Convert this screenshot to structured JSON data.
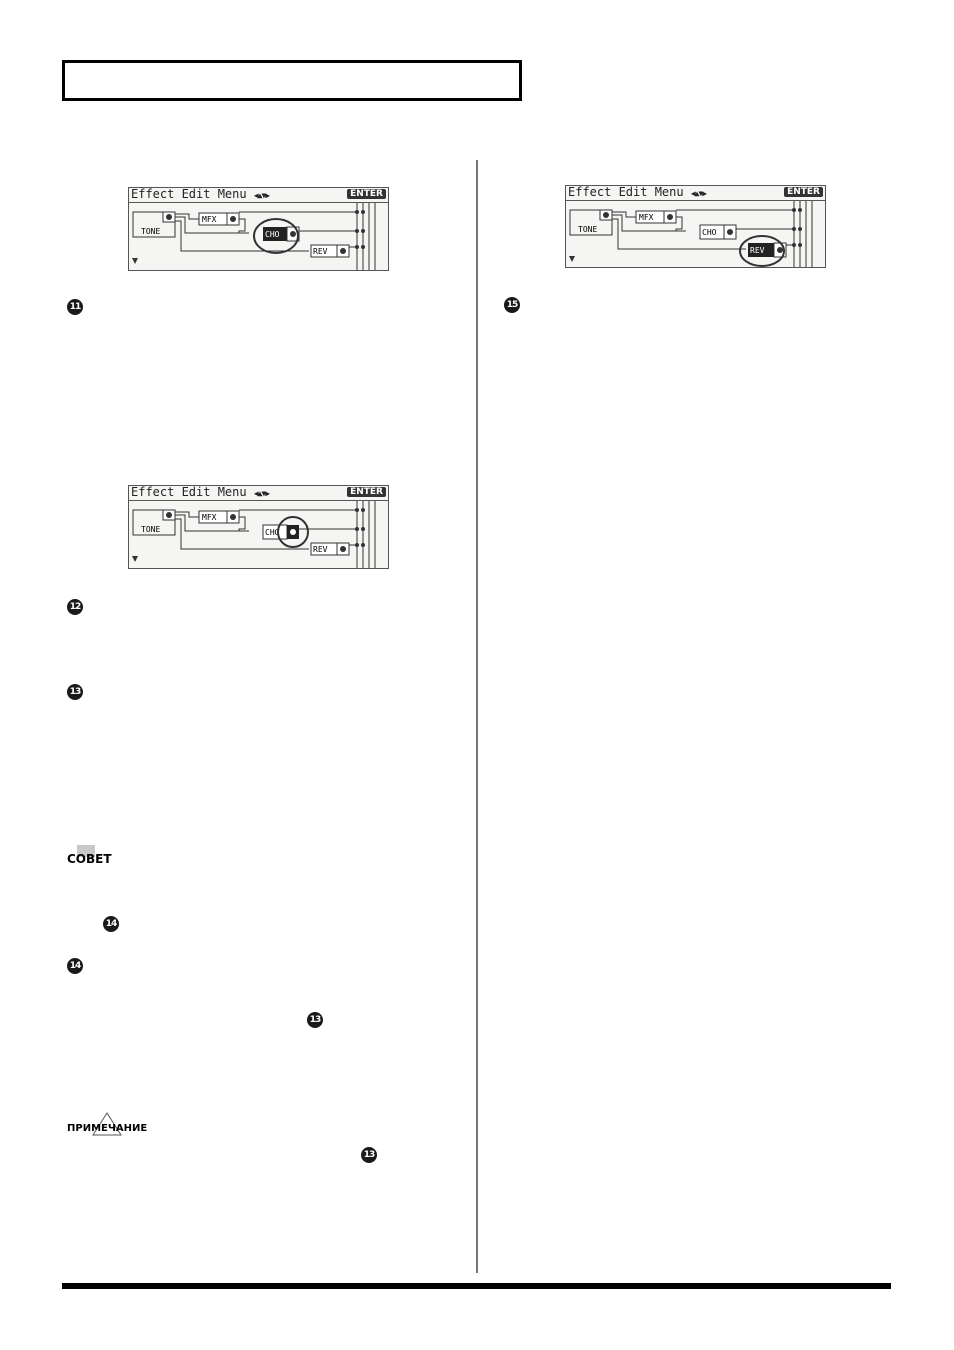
{
  "screens": [
    {
      "title": "Effect Edit Menu",
      "enter": "ENTER",
      "blocks": {
        "tone": "TONE",
        "mfx": "MFX",
        "cho": "CHO",
        "rev": "REV"
      },
      "highlight": "cho-block"
    },
    {
      "title": "Effect Edit Menu",
      "enter": "ENTER",
      "blocks": {
        "tone": "TONE",
        "mfx": "MFX",
        "cho": "CHO",
        "rev": "REV"
      },
      "highlight": "cho-switch"
    },
    {
      "title": "Effect Edit Menu",
      "enter": "ENTER",
      "blocks": {
        "tone": "TONE",
        "mfx": "MFX",
        "cho": "CHO",
        "rev": "REV"
      },
      "highlight": "rev-block"
    }
  ],
  "steps": {
    "s11": "11",
    "s12": "12",
    "s13": "13",
    "s14": "14",
    "s15": "15"
  },
  "tip": {
    "label": "СОВЕТ",
    "icon": "lightbulb-icon"
  },
  "note": {
    "label": "ПРИМЕЧАНИЕ",
    "icon": "warning-triangle-icon"
  }
}
